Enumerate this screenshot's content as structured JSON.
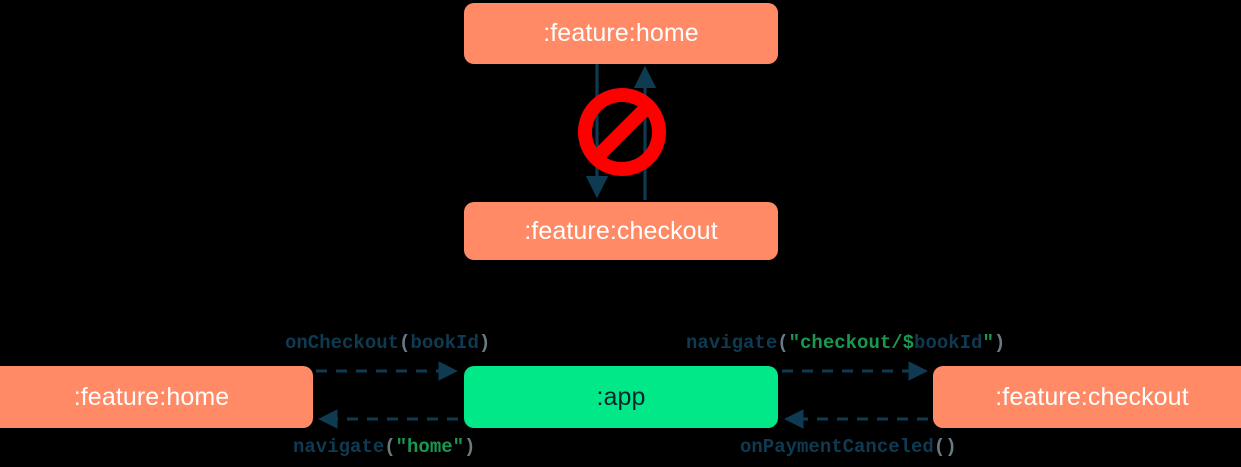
{
  "diagram": {
    "title": "Module navigation diagram",
    "colors": {
      "feature_module": "#FF8A65",
      "app_module": "#00E887",
      "edge": "#0E3A52",
      "forbidden": "#FF0000",
      "node_text_light": "#FFFFFF",
      "node_text_dark": "#0B2331",
      "token_function": "#0E3A52",
      "token_punctuation": "#6B7A82",
      "token_string": "#1A9850",
      "token_variable": "#0E3A52"
    },
    "top_section": {
      "nodes": [
        {
          "id": "home-top",
          "label": ":feature:home",
          "type": "feature"
        },
        {
          "id": "checkout-top",
          "label": ":feature:checkout",
          "type": "feature"
        }
      ],
      "forbidden_icon": "no-entry-icon",
      "edges": [
        {
          "from": "home-top",
          "to": "checkout-top",
          "style": "solid",
          "direction": "down"
        },
        {
          "from": "checkout-top",
          "to": "home-top",
          "style": "solid",
          "direction": "up"
        }
      ]
    },
    "bottom_section": {
      "nodes": [
        {
          "id": "home-bottom",
          "label": ":feature:home",
          "type": "feature"
        },
        {
          "id": "app-bottom",
          "label": ":app",
          "type": "app"
        },
        {
          "id": "checkout-bottom",
          "label": ":feature:checkout",
          "type": "feature"
        }
      ],
      "edges": [
        {
          "id": "edge-home-to-app",
          "from": "home-bottom",
          "to": "app-bottom",
          "style": "dashed",
          "direction": "right",
          "label_id": "on-checkout"
        },
        {
          "id": "edge-app-to-checkout",
          "from": "app-bottom",
          "to": "checkout-bottom",
          "style": "dashed",
          "direction": "right",
          "label_id": "navigate-checkout"
        },
        {
          "id": "edge-app-to-home",
          "from": "app-bottom",
          "to": "home-bottom",
          "style": "dashed",
          "direction": "left",
          "label_id": "navigate-home"
        },
        {
          "id": "edge-checkout-to-app",
          "from": "checkout-bottom",
          "to": "app-bottom",
          "style": "dashed",
          "direction": "left",
          "label_id": "on-payment"
        }
      ],
      "labels": {
        "on_checkout": {
          "full": "onCheckout(bookId)",
          "fn": "onCheckout",
          "open": "(",
          "arg": "bookId",
          "close": ")"
        },
        "navigate_checkout": {
          "full": "navigate(\"checkout/$bookId\")",
          "fn": "navigate",
          "open": "(",
          "str_start": "\"checkout/$",
          "arg": "bookId",
          "str_end": "\"",
          "close": ")"
        },
        "navigate_home": {
          "full": "navigate(\"home\")",
          "fn": "navigate",
          "open": "(",
          "str": "\"home\"",
          "close": ")"
        },
        "on_payment": {
          "full": "onPaymentCanceled()",
          "fn": "onPaymentCanceled",
          "open": "(",
          "close": ")"
        }
      }
    }
  }
}
